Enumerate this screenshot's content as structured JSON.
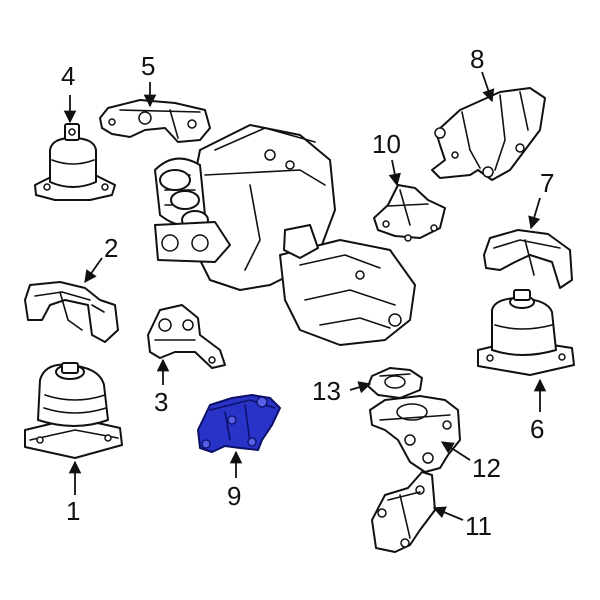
{
  "callouts": {
    "c1": "1",
    "c2": "2",
    "c3": "3",
    "c4": "4",
    "c5": "5",
    "c6": "6",
    "c7": "7",
    "c8": "8",
    "c9": "9",
    "c10": "10",
    "c11": "11",
    "c12": "12",
    "c13": "13"
  },
  "colors": {
    "highlight": "#2a33c8",
    "line": "#111111",
    "background": "#ffffff"
  }
}
